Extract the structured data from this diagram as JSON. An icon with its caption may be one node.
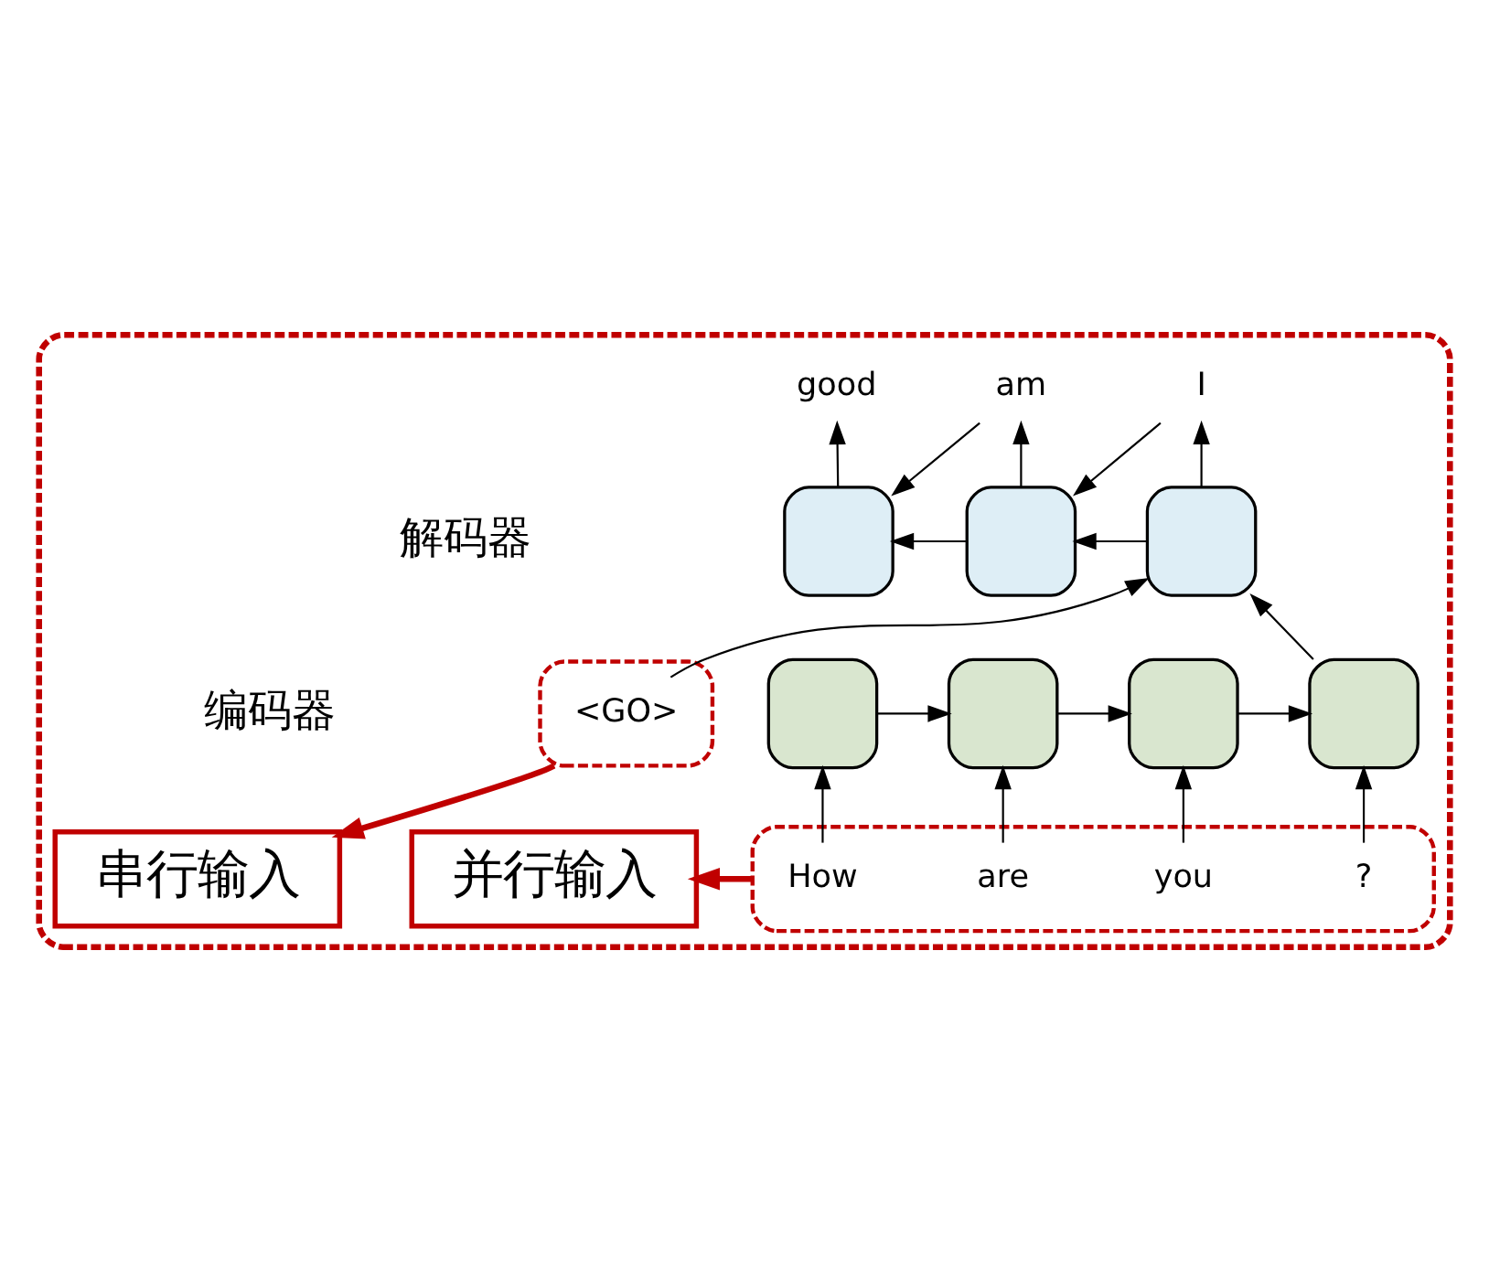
{
  "diagram": {
    "nodes": [
      {
        "text": [],
        "shape": "box"
      },
      {
        "text": [
          "good"
        ],
        "in": 0
      },
      {
        "text": [
          "am"
        ],
        "in": 0
      },
      {
        "text": [
          "I"
        ],
        "in": 0
      },
      {
        "text": [],
        "shape": "box",
        "in": 0
      },
      {
        "text": [],
        "shape": "box",
        "in": 0
      },
      {
        "text": [],
        "shape": "box",
        "in": 0
      },
      {
        "text": [],
        "shape": "box",
        "in": 0
      },
      {
        "text": [
          "<GO>"
        ],
        "in": 7
      },
      {
        "text": [],
        "shape": "box",
        "in": 0
      },
      {
        "text": [],
        "shape": "box",
        "in": 0
      },
      {
        "text": [],
        "shape": "box",
        "in": 0
      },
      {
        "text": [],
        "shape": "box",
        "in": 0
      },
      {
        "text": [],
        "shape": "box",
        "in": 0
      },
      {
        "text": [
          "How"
        ],
        "in": 13
      },
      {
        "text": [
          "are"
        ],
        "in": 13
      },
      {
        "text": [
          "you"
        ],
        "in": 13
      },
      {
        "text": [
          "?"
        ],
        "in": 13
      },
      {
        "text": [
          "并行输入"
        ],
        "in": 0
      },
      {
        "text": [
          "串行输入"
        ],
        "in": 0
      }
    ],
    "edges": [
      {
        "from": 4,
        "to": 1,
        "arrow": "to"
      },
      {
        "from": 5,
        "to": 2,
        "arrow": "to"
      },
      {
        "from": 6,
        "to": 3,
        "arrow": "to"
      },
      {
        "from": 6,
        "to": 5,
        "arrow": "to"
      },
      {
        "from": 5,
        "to": 4,
        "arrow": "to"
      },
      {
        "from": 2,
        "to": 4,
        "arrow": "to"
      },
      {
        "from": 3,
        "to": 5,
        "arrow": "to"
      },
      {
        "from": 8,
        "to": 6,
        "arrow": "to"
      },
      {
        "from": 12,
        "to": 6,
        "arrow": "to"
      },
      {
        "from": 9,
        "to": 10,
        "arrow": "to"
      },
      {
        "from": 10,
        "to": 11,
        "arrow": "to"
      },
      {
        "from": 11,
        "to": 12,
        "arrow": "to"
      },
      {
        "from": 14,
        "to": 9,
        "arrow": "to"
      },
      {
        "from": 15,
        "to": 10,
        "arrow": "to"
      },
      {
        "from": 16,
        "to": 11,
        "arrow": "to"
      },
      {
        "from": 17,
        "to": 12,
        "arrow": "to"
      },
      {
        "from": 13,
        "to": 18,
        "arrow": "to",
        "style": "thick",
        "color": "#c00000"
      },
      {
        "from": 7,
        "to": 19,
        "arrow": "to",
        "style": "thick",
        "color": "#c00000"
      }
    ],
    "labels": [
      "解码器",
      "编码器"
    ]
  }
}
